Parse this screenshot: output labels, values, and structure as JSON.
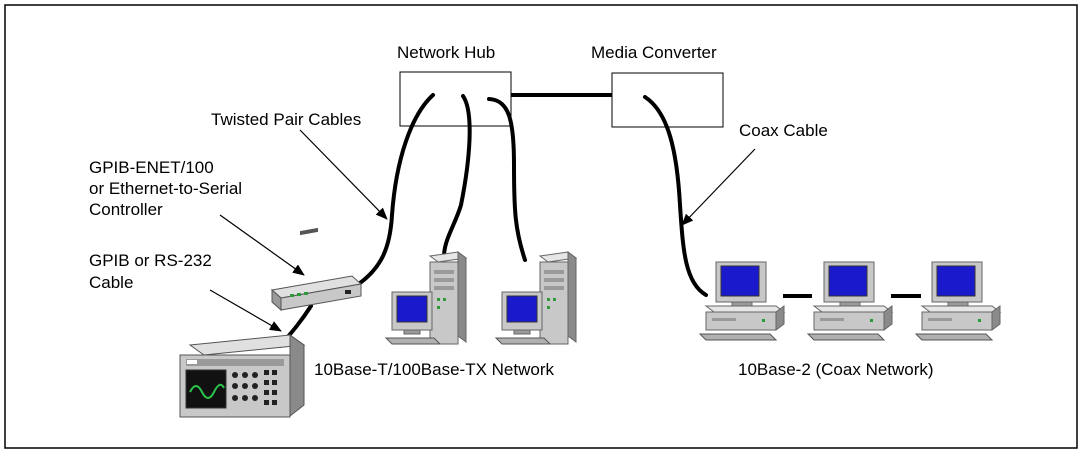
{
  "labels": {
    "network_hub": "Network Hub",
    "media_converter": "Media Converter",
    "twisted_pair": "Twisted Pair Cables",
    "coax_cable": "Coax Cable",
    "controller": [
      "GPIB-ENET/100",
      "or Ethernet-to-Serial",
      "Controller"
    ],
    "gpib_cable": [
      "GPIB or RS-232",
      "Cable"
    ],
    "tx_network": "10Base-T/100Base-TX Network",
    "coax_network": "10Base-2 (Coax Network)"
  },
  "colors": {
    "line": "#000000",
    "screen": "#1a1acc",
    "computer_body": "#c8c8c8",
    "computer_shadow": "#8a8a8a",
    "led": "#2a9a3a"
  },
  "icons": [
    "network-hub",
    "media-converter",
    "ethernet-controller",
    "instrument",
    "tower-computer",
    "desktop-computer"
  ]
}
